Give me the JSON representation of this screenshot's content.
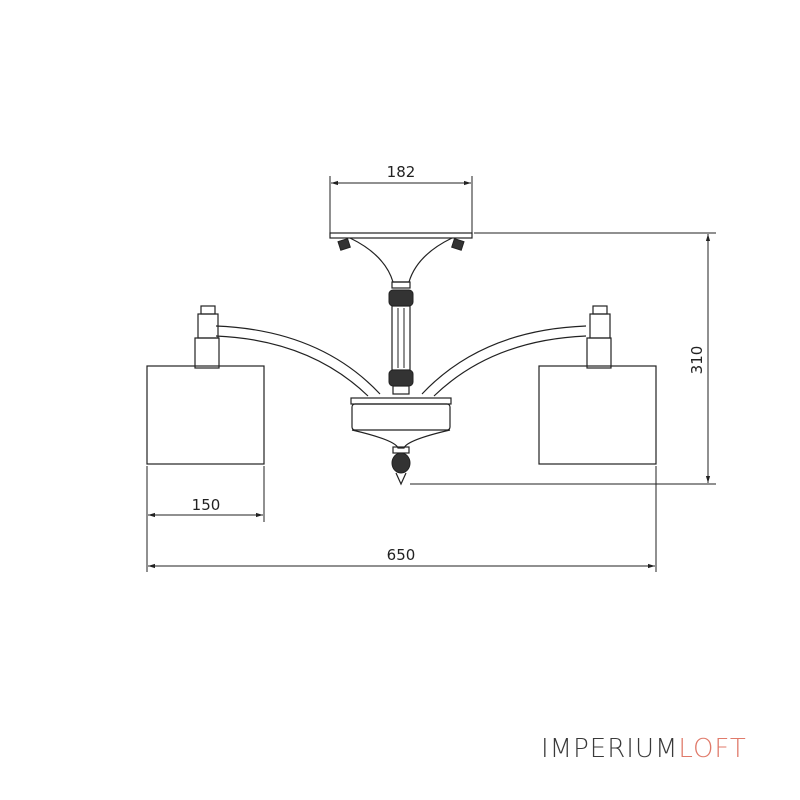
{
  "dimensions": {
    "canopy_width": "182",
    "height": "310",
    "shade_width": "150",
    "overall_width": "650"
  },
  "brand": {
    "part1": "IMPERIUM",
    "part2": "LOFT",
    "color_part1": "#3a3a3a",
    "color_part2": "#e07a6a"
  }
}
